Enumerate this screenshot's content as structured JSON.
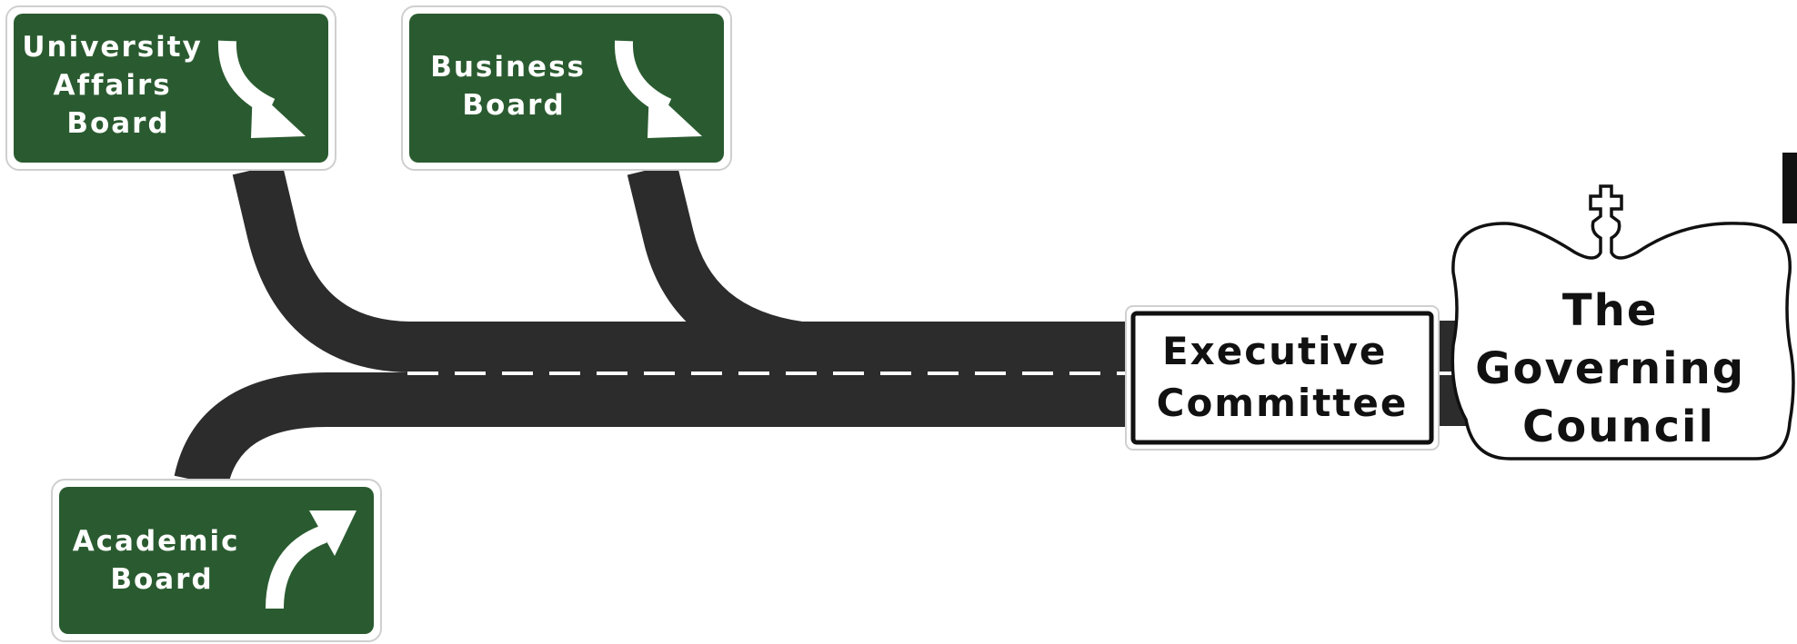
{
  "signs": {
    "university_affairs": {
      "lines": [
        "University",
        "Affairs",
        "Board"
      ]
    },
    "business": {
      "lines": [
        "Business",
        "Board"
      ]
    },
    "academic": {
      "lines": [
        "Academic",
        "Board"
      ]
    }
  },
  "executive": {
    "lines": [
      "Executive",
      "Committee"
    ]
  },
  "council": {
    "lines": [
      "The",
      "Governing",
      "Council"
    ]
  },
  "colors": {
    "sign_green": "#2a5b30",
    "road": "#2c2c2c",
    "lane_marking": "#ffffff"
  }
}
